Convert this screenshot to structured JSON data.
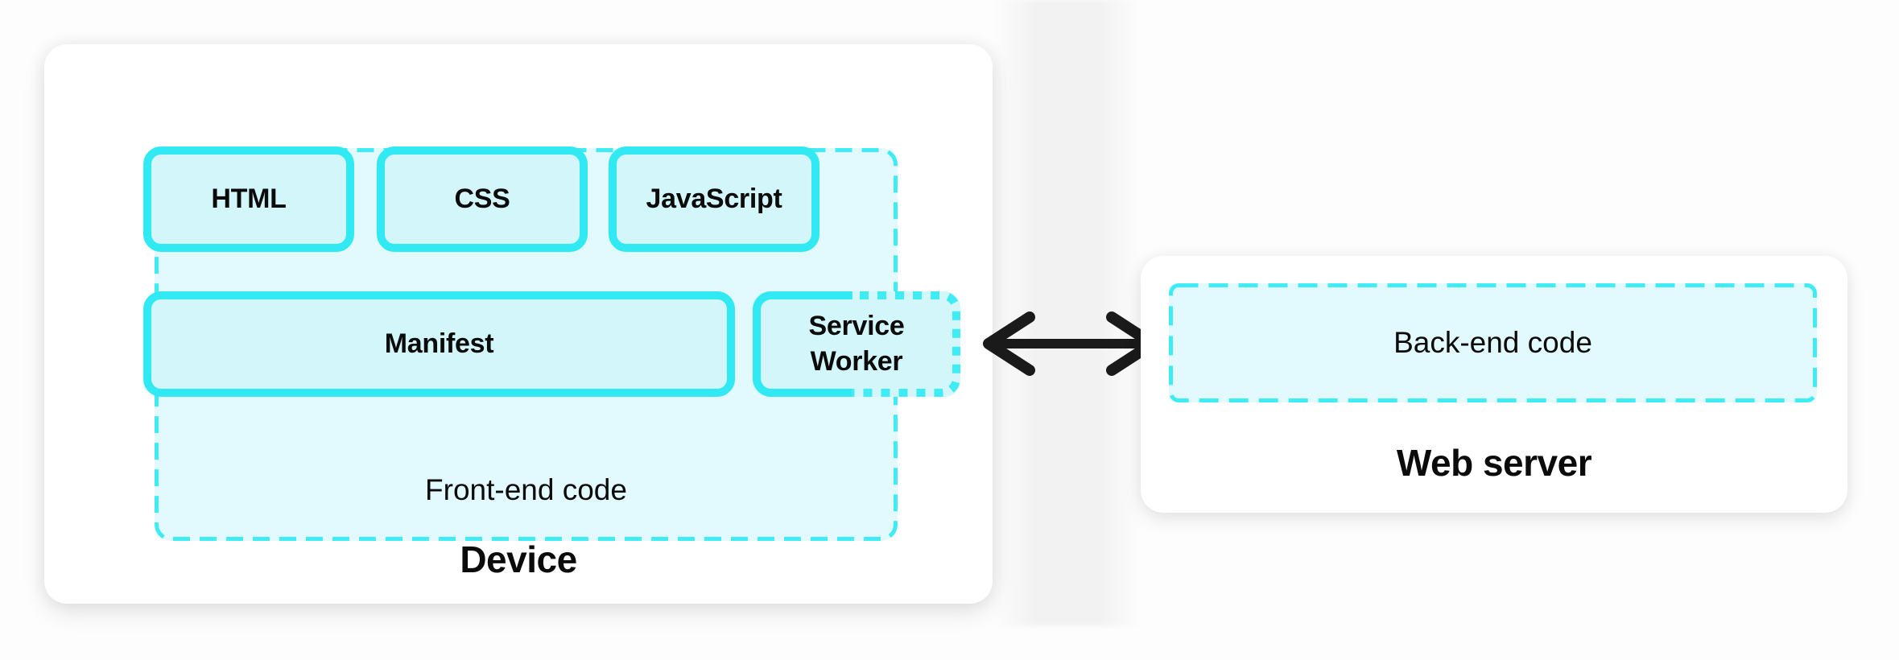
{
  "device": {
    "label": "Device",
    "frontend": {
      "title": "Front-end code",
      "boxes": [
        {
          "label": "HTML"
        },
        {
          "label": "CSS"
        },
        {
          "label": "JavaScript"
        }
      ],
      "manifest": {
        "label": "Manifest"
      },
      "service_worker": {
        "line1": "Service",
        "line2": "Worker"
      }
    }
  },
  "web_server": {
    "label": "Web server",
    "backend": {
      "label": "Back-end code"
    }
  },
  "arrow": {
    "type": "bidirectional-horizontal"
  },
  "colors": {
    "cyan_border_solid": "#31E9F3",
    "cyan_border_dashed": "#3FECF4",
    "box_fill": "#D3F6FA",
    "container_fill": "#E2FAFD",
    "card_background": "#FFFFFF",
    "page_background": "#FDFDFD",
    "text": "#0B0B0B",
    "arrow": "#1A1A1A"
  }
}
